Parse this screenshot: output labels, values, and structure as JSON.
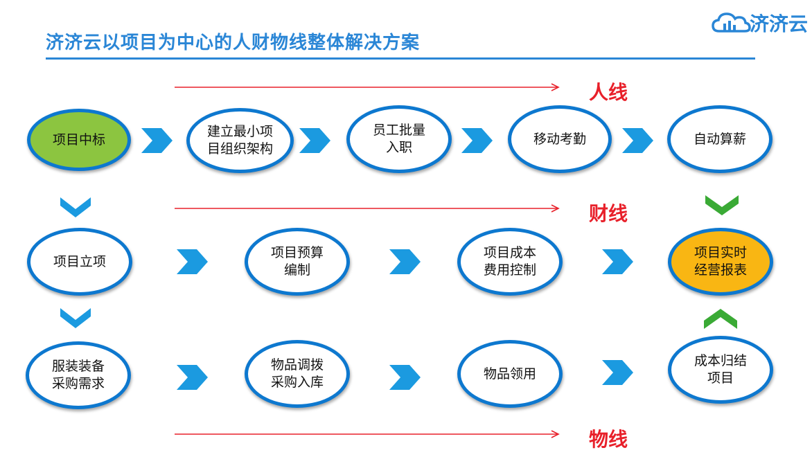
{
  "header": {
    "title": "济济云以项目为中心的人财物线整体解决方案",
    "logo_text": "济济云",
    "logo_icon": "cloud-icon",
    "accent_color": "#2a86d6"
  },
  "lines": {
    "people": "人线",
    "finance": "财线",
    "material": "物线",
    "line_color": "#e8202a"
  },
  "nodes": {
    "bid_won": "项目中标",
    "org": [
      "建立最小项",
      "目组织架构"
    ],
    "onboard": [
      "员工批量",
      "入职"
    ],
    "attendance": "移动考勤",
    "payroll": "自动算薪",
    "setup": "项目立项",
    "budget": [
      "项目预算",
      "编制"
    ],
    "cost_control": [
      "项目成本",
      "费用控制"
    ],
    "report": [
      "项目实时",
      "经营报表"
    ],
    "procure_req": [
      "服装装备",
      "采购需求"
    ],
    "transfer": [
      "物品调拨",
      "采购入库"
    ],
    "requisition": "物品领用",
    "cost_alloc": [
      "成本归结",
      "项目"
    ]
  },
  "colors": {
    "node_border": "#0d78cf",
    "arrow_blue": "#1b9ae0",
    "arrow_green": "#3aaa35",
    "start_fill": "#8cc540",
    "report_fill": "#f9b613"
  }
}
